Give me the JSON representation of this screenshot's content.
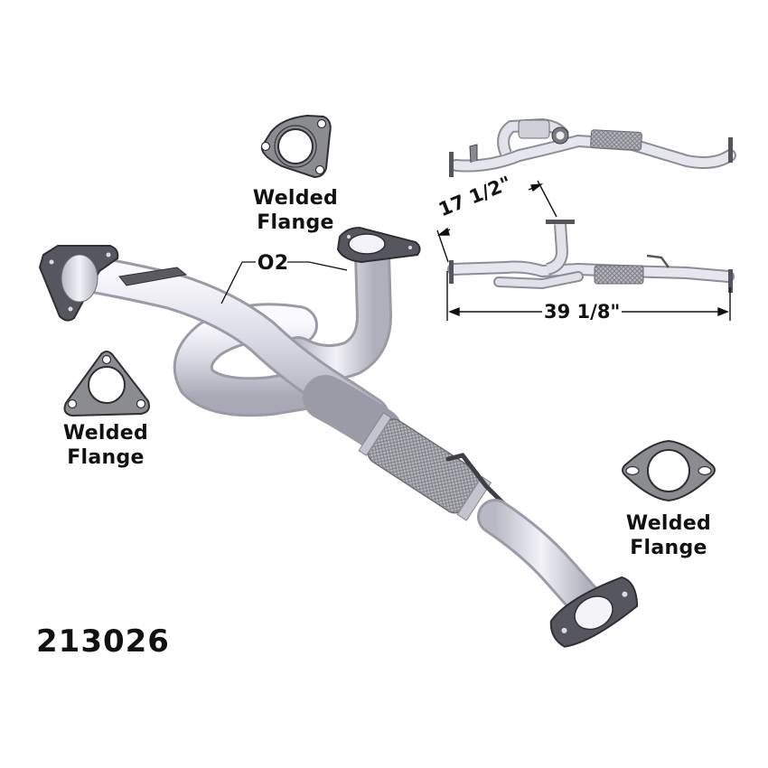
{
  "part_number": "213026",
  "colors": {
    "gasket_fill": "#8a8c90",
    "gasket_edge": "#3a3a3e",
    "pipe_light": "#f0f0f6",
    "pipe_mid": "#c9c9d3",
    "pipe_dark": "#9a9aa6",
    "flange_dark": "#4a4a52",
    "mesh": "#8f8f96",
    "text": "#111111"
  },
  "callouts": {
    "top_flange": {
      "line1": "Welded",
      "line2": "Flange",
      "shape": "triangle-3-bolt-gasket"
    },
    "left_flange": {
      "line1": "Welded",
      "line2": "Flange",
      "shape": "triangle-3-bolt-gasket"
    },
    "right_flange": {
      "line1": "Welded",
      "line2": "Flange",
      "shape": "oval-2-bolt-gasket"
    },
    "o2_sensor": {
      "label": "O2"
    }
  },
  "dimensions": {
    "riser_length": "17 1/2\"",
    "overall_length": "39 1/8\""
  },
  "views": {
    "main": "isometric-y-pipe",
    "top_right": "top-view",
    "side_right": "side-view"
  }
}
